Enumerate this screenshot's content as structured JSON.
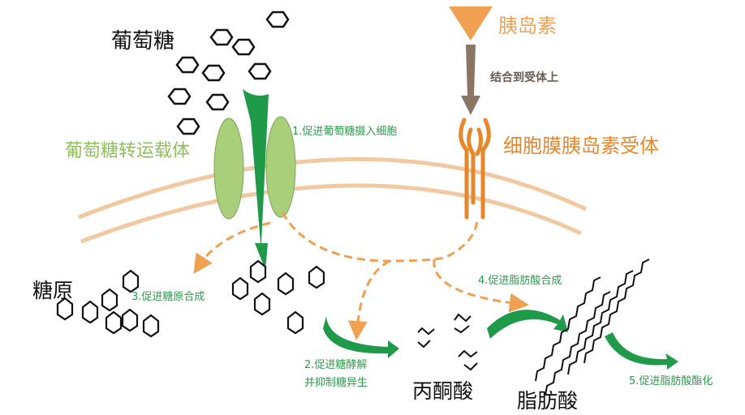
{
  "labels": {
    "glucose": "葡萄糖",
    "transporter": "葡萄糖转运载体",
    "insulin": "胰岛素",
    "bind": "结合到受体上",
    "receptor": "细胞膜胰岛素受体",
    "glycogen": "糖原",
    "pyruvate": "丙酮酸",
    "fatty_acid": "脂肪酸"
  },
  "steps": {
    "s1": "1.促进葡萄糖摄入细胞",
    "s2a": "2.促进糖酵解",
    "s2b": "并抑制糖异生",
    "s3": "3.促进糖原合成",
    "s4": "4.促进脂肪酸合成",
    "s5": "5.促进脂肪酸酯化"
  },
  "colors": {
    "green_arrow": "#1f9a48",
    "transporter": "#a9cf7a",
    "transporter_text": "#8dbf5a",
    "membrane": "#f2c8a0",
    "insulin": "#f0a050",
    "receptor": "#e8862a",
    "brown": "#8b7565",
    "step_text": "#2e9a4f"
  }
}
